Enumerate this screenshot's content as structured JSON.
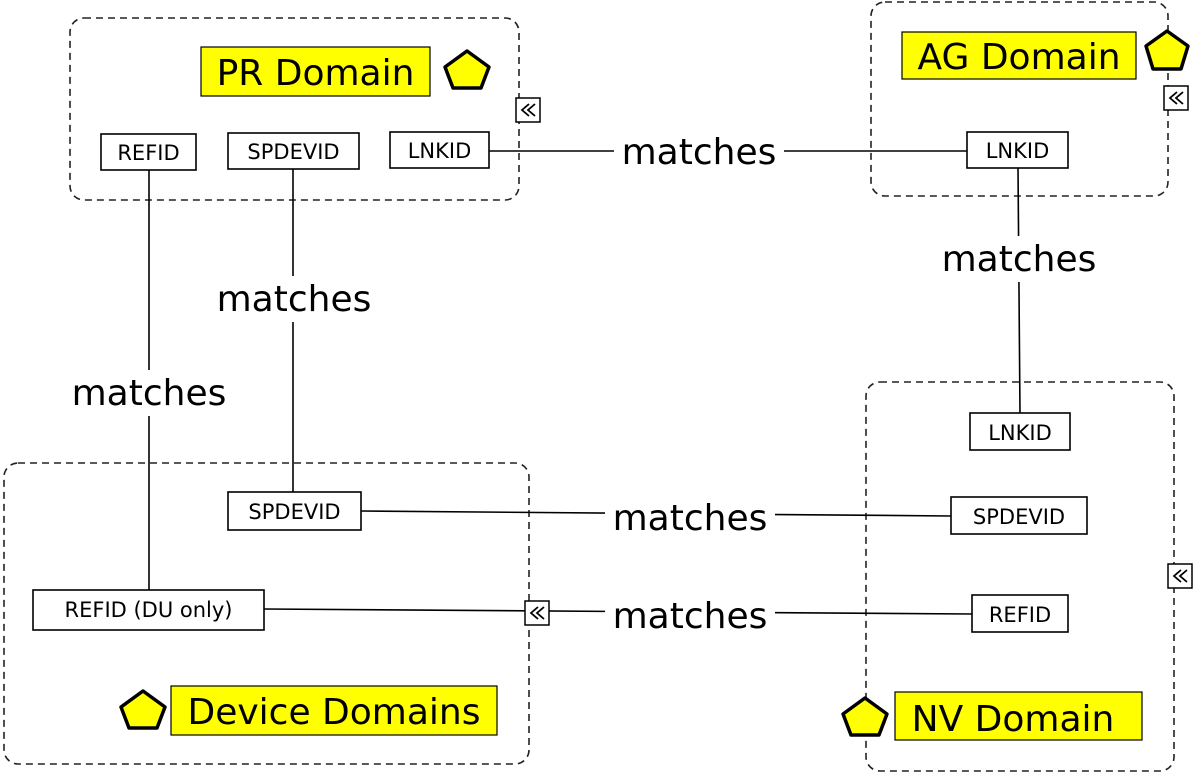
{
  "colors": {
    "highlight": "#ffff00",
    "stroke": "#000000"
  },
  "domains": {
    "pr": {
      "title": "PR Domain",
      "icon": "pentagon-icon"
    },
    "ag": {
      "title": "AG Domain",
      "icon": "pentagon-icon"
    },
    "device": {
      "title": "Device Domains",
      "icon": "pentagon-icon"
    },
    "nv": {
      "title": "NV Domain",
      "icon": "pentagon-icon"
    }
  },
  "fields": {
    "pr_refid": "REFID",
    "pr_spdevid": "SPDEVID",
    "pr_lnkid": "LNKID",
    "ag_lnkid": "LNKID",
    "dev_spdevid": "SPDEVID",
    "dev_refid": "REFID (DU only)",
    "nv_lnkid": "LNKID",
    "nv_spdevid": "SPDEVID",
    "nv_refid": "REFID"
  },
  "connectors": {
    "pr_ag_lnkid": "matches",
    "ag_nv_lnkid": "matches",
    "pr_dev_spdevid": "matches",
    "pr_dev_refid": "matches",
    "dev_nv_spdevid": "matches",
    "dev_nv_refid": "matches"
  }
}
